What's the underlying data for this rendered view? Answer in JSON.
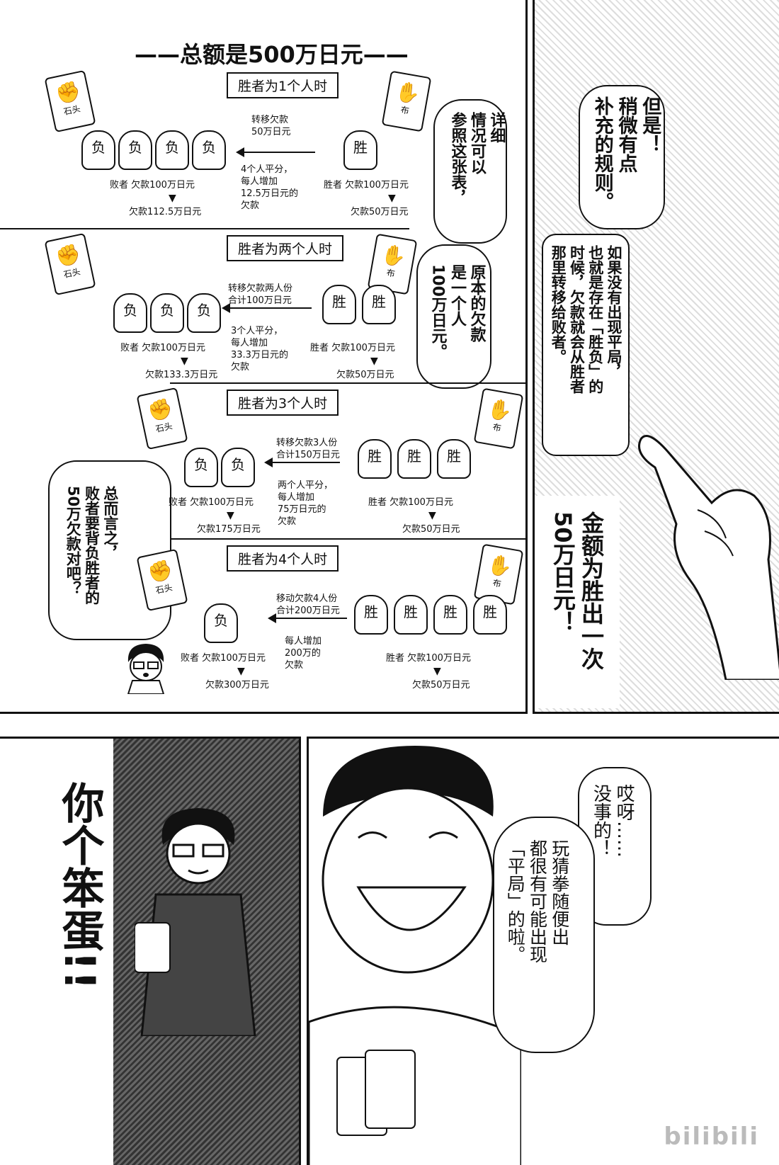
{
  "top_panel": {
    "title": "——总额是500万日元——",
    "side_note": "详细\n情况可以\n参照这张表，",
    "orig_note": "原本的欠款\n是一个人\n100万日元。",
    "summary": "总而言之，\n败者要背负胜者的\n50万欠款对吧？",
    "labels": {
      "lose": "负",
      "win": "胜",
      "rock": "石头",
      "paper": "布"
    },
    "sections": [
      {
        "header": "胜者为1个人时",
        "transfer": "转移欠款\n50万日元",
        "split": "4个人平分，\n每人增加\n12.5万日元的\n欠款",
        "loser_debt": "败者 欠款100万日元",
        "loser_after": "欠款112.5万日元",
        "winner_debt": "胜者 欠款100万日元",
        "winner_after": "欠款50万日元",
        "losers": 4,
        "winners": 1
      },
      {
        "header": "胜者为两个人时",
        "transfer": "转移欠款两人份\n合计100万日元",
        "split": "3个人平分，\n每人增加\n33.3万日元的\n欠款",
        "loser_debt": "败者 欠款100万日元",
        "loser_after": "欠款133.3万日元",
        "winner_debt": "胜者 欠款100万日元",
        "winner_after": "欠款50万日元",
        "losers": 3,
        "winners": 2
      },
      {
        "header": "胜者为3个人时",
        "transfer": "转移欠款3人份\n合计150万日元",
        "split": "两个人平分，\n每人增加\n75万日元的\n欠款",
        "loser_debt": "败者 欠款100万日元",
        "loser_after": "欠款175万日元",
        "winner_debt": "胜者 欠款100万日元",
        "winner_after": "欠款50万日元",
        "losers": 2,
        "winners": 3
      },
      {
        "header": "胜者为4个人时",
        "transfer": "移动欠款4人份\n合计200万日元",
        "split": "每人增加\n200万的\n欠款",
        "loser_debt": "败者 欠款100万日元",
        "loser_after": "欠款300万日元",
        "winner_debt": "胜者 欠款100万日元",
        "winner_after": "欠款50万日元",
        "losers": 1,
        "winners": 4
      }
    ]
  },
  "right_panel": {
    "bubble_a": "但是！\n稍微有点\n补充的规则。",
    "bubble_b": "如果没有出现平局，\n也就是存在「胜负」的\n时候，欠款就会从胜者\n那里转移给败者。",
    "bubble_c": "金额为胜出一次\n50万日元！"
  },
  "bottom_left": {
    "shout": "你个笨蛋!!"
  },
  "bottom_right": {
    "bubble_a": "哎呀……\n没事的！",
    "bubble_b": "玩猜拳随便出\n都很有可能出现\n「平局」的啦。"
  },
  "watermark": "bilibili"
}
